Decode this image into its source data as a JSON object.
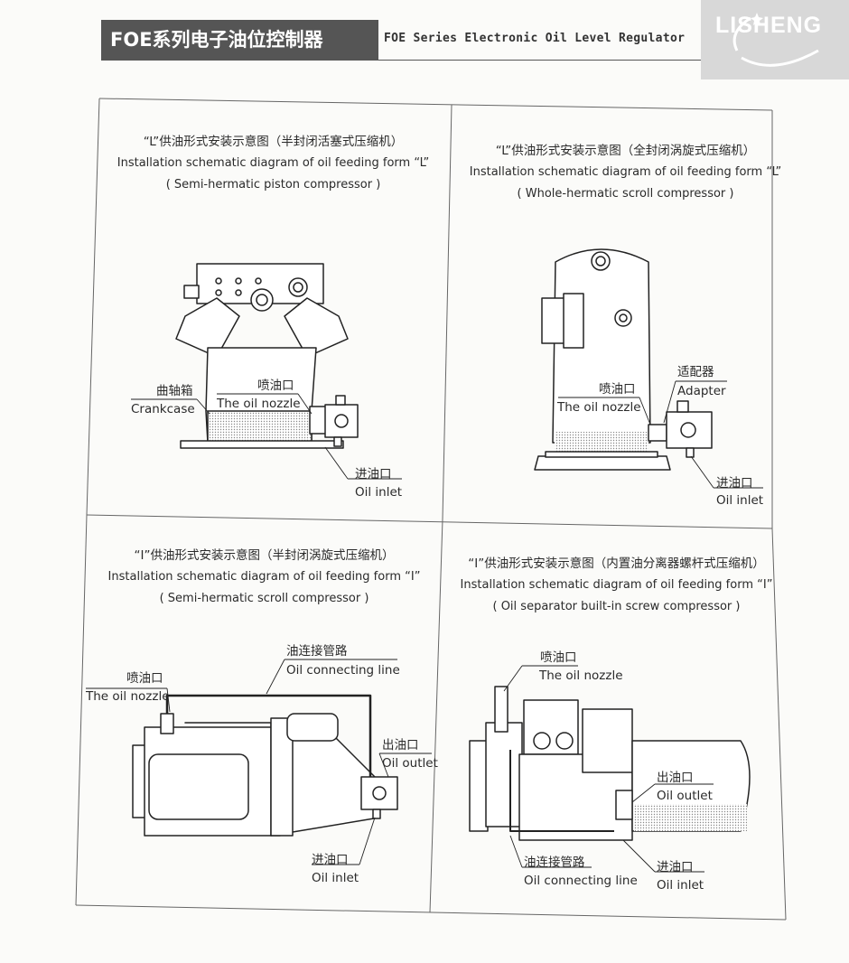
{
  "header": {
    "title_cn": "FOE系列电子油位控制器",
    "title_en": "FOE Series Electronic Oil Level Regulator",
    "logo": "LISHENG"
  },
  "panels": [
    {
      "cap_cn": "“L”供油形式安装示意图（半封闭活塞式压缩机）",
      "cap_en": "Installation schematic diagram of oil feeding form “L”",
      "cap_sub": "( Semi-hermatic piston compressor )",
      "labels": {
        "crankcase_cn": "曲轴箱",
        "crankcase_en": "Crankcase",
        "nozzle_cn": "喷油口",
        "nozzle_en": "The oil nozzle",
        "inlet_cn": "进油口",
        "inlet_en": "Oil inlet"
      }
    },
    {
      "cap_cn": "“L”供油形式安装示意图（全封闭涡旋式压缩机）",
      "cap_en": "Installation schematic diagram of oil feeding form “L”",
      "cap_sub": "( Whole-hermatic scroll compressor )",
      "labels": {
        "adapter_cn": "适配器",
        "adapter_en": "Adapter",
        "nozzle_cn": "喷油口",
        "nozzle_en": "The oil nozzle",
        "inlet_cn": "进油口",
        "inlet_en": "Oil inlet"
      }
    },
    {
      "cap_cn": "“I”供油形式安装示意图（半封闭涡旋式压缩机）",
      "cap_en": "Installation schematic diagram of oil feeding form “I”",
      "cap_sub": "( Semi-hermatic scroll compressor )",
      "labels": {
        "line_cn": "油连接管路",
        "line_en": "Oil connecting line",
        "nozzle_cn": "喷油口",
        "nozzle_en": "The oil nozzle",
        "outlet_cn": "出油口",
        "outlet_en": "Oil outlet",
        "inlet_cn": "进油口",
        "inlet_en": "Oil inlet"
      }
    },
    {
      "cap_cn": "“I”供油形式安装示意图（内置油分离器螺杆式压缩机）",
      "cap_en": "Installation schematic diagram of oil feeding form “I”",
      "cap_sub": "( Oil separator built-in screw compressor )",
      "labels": {
        "nozzle_cn": "喷油口",
        "nozzle_en": "The oil nozzle",
        "outlet_cn": "出油口",
        "outlet_en": "Oil outlet",
        "line_cn": "油连接管路",
        "line_en": "Oil connecting line",
        "inlet_cn": "进油口",
        "inlet_en": "Oil inlet"
      }
    }
  ]
}
